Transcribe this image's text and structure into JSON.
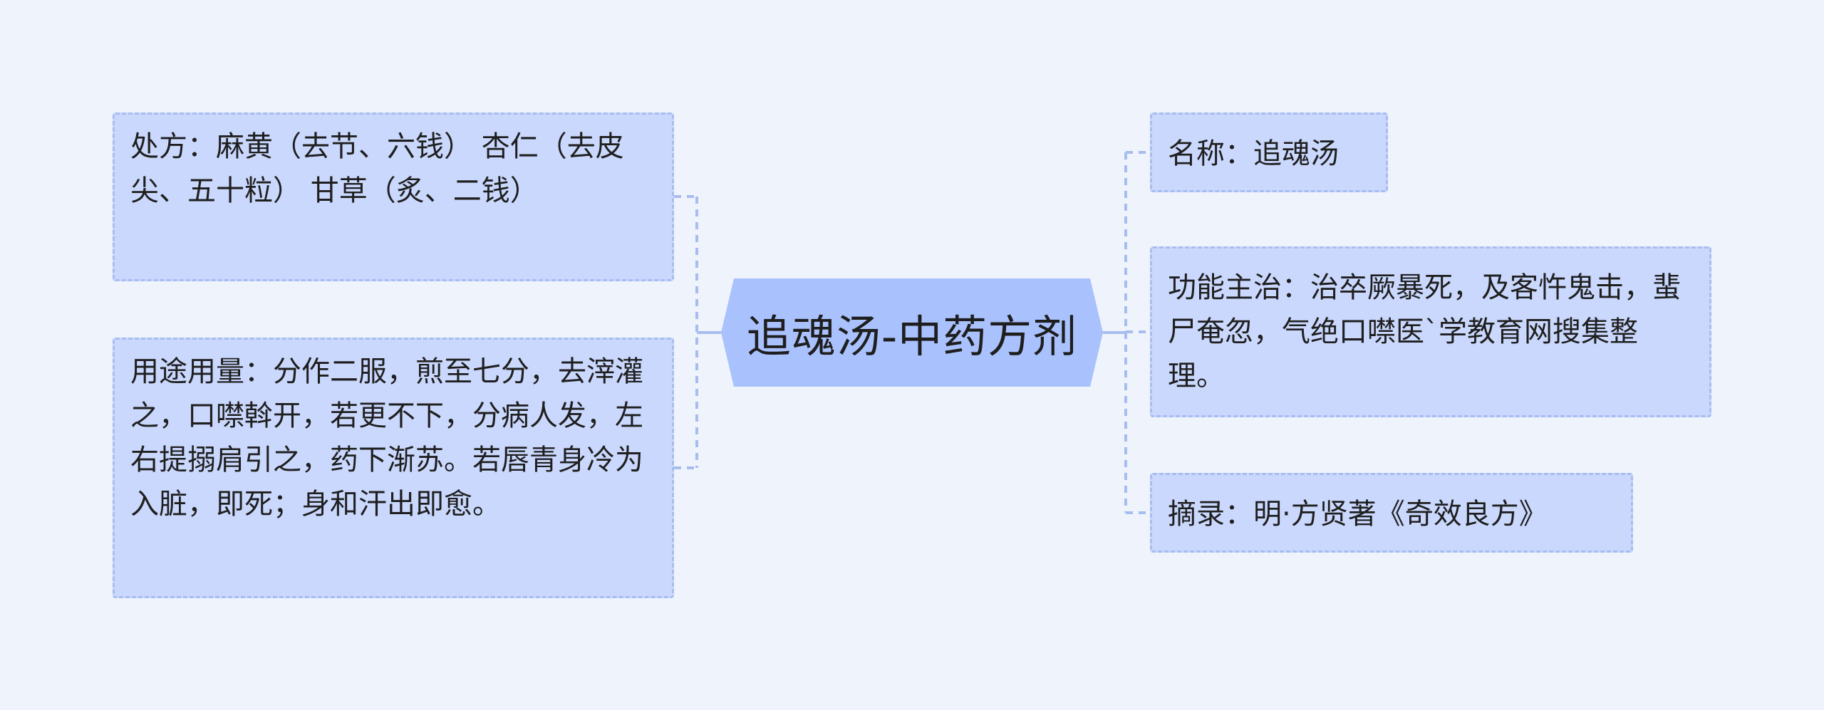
{
  "center": {
    "title": "追魂汤-中药方剂"
  },
  "left_nodes": [
    {
      "id": "prescription",
      "text": "处方：麻黄（去节、六钱） 杏仁（去皮尖、五十粒） 甘草（炙、二钱）"
    },
    {
      "id": "usage",
      "text": "用途用量：分作二服，煎至七分，去滓灌之，口噤斡开，若更不下，分病人发，左右提搦肩引之，药下渐苏。若唇青身冷为入脏，即死；身和汗出即愈。"
    }
  ],
  "right_nodes": [
    {
      "id": "name",
      "text": "名称：追魂汤"
    },
    {
      "id": "function",
      "text": "功能主治：治卒厥暴死，及客忤鬼击，蜚尸奄忽，气绝口噤医`学教育网搜集整理。"
    },
    {
      "id": "source",
      "text": "摘录：明·方贤著《奇效良方》"
    }
  ],
  "colors": {
    "background": "#eff3fb",
    "node_fill": "#cad8fd",
    "node_border": "#a7bdf0",
    "center_fill": "#a9c1fd",
    "connector": "#a7bdf0"
  }
}
